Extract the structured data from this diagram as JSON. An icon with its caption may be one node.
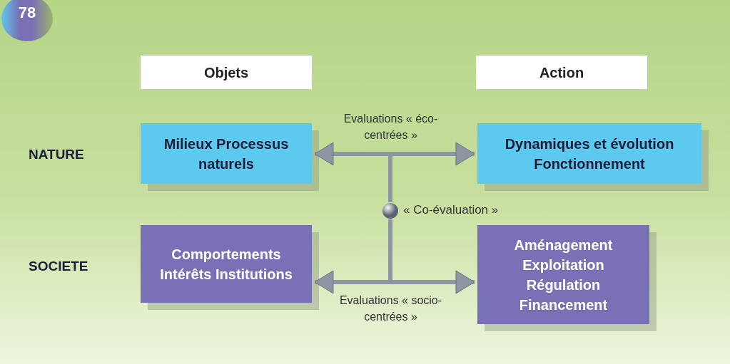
{
  "diagram": {
    "nodes": [
      {
        "text": [
          "Objets"
        ]
      },
      {
        "text": [
          "Action"
        ]
      },
      {
        "text": [
          "Milieux Processus naturels"
        ]
      },
      {
        "text": [
          "Dynamiques et évolution Fonctionnement"
        ]
      },
      {
        "text": [
          "Comportements Intérêts Institutions"
        ]
      },
      {
        "text": [
          "Aménagement Exploitation Régulation Financement"
        ]
      },
      {
        "text": [],
        "shape": "circle",
        "beside": [
          "« Co-évaluation »"
        ]
      }
    ],
    "edges": [
      {
        "from": 6,
        "to": 2,
        "arrow": "to"
      },
      {
        "from": 6,
        "to": 3,
        "arrow": "to"
      },
      {
        "from": 6,
        "to": 4,
        "arrow": "to"
      },
      {
        "from": 6,
        "to": 5,
        "arrow": "to"
      }
    ],
    "labels": [
      "78",
      "Evaluations « éco-centrées »",
      "NATURE",
      "SOCIETE",
      "Evaluations « socio-centrées »"
    ]
  }
}
